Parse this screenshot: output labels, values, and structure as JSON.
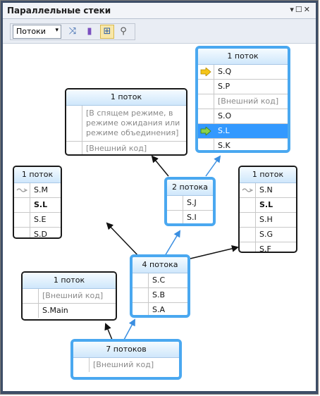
{
  "window": {
    "title": "Параллельные стеки",
    "controls": "▾ ☐ ✕"
  },
  "toolbar": {
    "view_select": "Потоки",
    "icons": [
      "toggle-method-view-icon",
      "goto-current-thread-icon",
      "thread-view-icon",
      "zoom-icon"
    ]
  },
  "colors": {
    "blue_border": "#4aa8f0",
    "selected_row": "#3399ff",
    "arrow_blue": "#3a8ee0"
  },
  "nodes": {
    "n1": {
      "header": "1 поток",
      "frames": [
        "S.Q",
        "S.P",
        "[Внешний код]",
        "S.O",
        "S.L",
        "S.K"
      ]
    },
    "n2": {
      "header": "1 поток",
      "frames": [
        "[В спящем режиме, в режиме ожидания или режиме объединения]",
        "[Внешний код]"
      ]
    },
    "n3": {
      "header": "2 потока",
      "frames": [
        "S.J",
        "S.I"
      ]
    },
    "n4": {
      "header": "1 поток",
      "frames": [
        "S.M",
        "S.L",
        "S.E",
        "S.D"
      ]
    },
    "n5": {
      "header": "1 поток",
      "frames": [
        "S.N",
        "S.L",
        "S.H",
        "S.G",
        "S.F"
      ]
    },
    "n6": {
      "header": "4 потока",
      "frames": [
        "S.C",
        "S.B",
        "S.A"
      ]
    },
    "n7": {
      "header": "1 поток",
      "frames": [
        "[Внешний код]",
        "S.Main"
      ]
    },
    "n8": {
      "header": "7 потоков",
      "frames": [
        "[Внешний код]"
      ]
    }
  }
}
